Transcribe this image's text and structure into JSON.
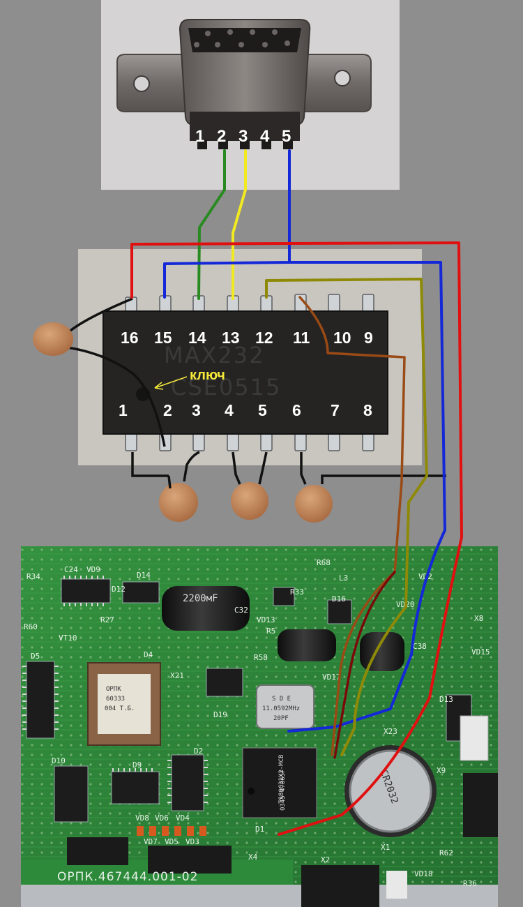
{
  "connector": {
    "pin_labels": [
      "1",
      "2",
      "3",
      "4",
      "5"
    ]
  },
  "chip": {
    "top_pin_labels": [
      "16",
      "15",
      "14",
      "13",
      "12",
      "11",
      "10",
      "9"
    ],
    "bottom_pin_labels": [
      "1",
      "2",
      "3",
      "4",
      "5",
      "6",
      "7",
      "8"
    ],
    "marking_line1": "MAX232",
    "marking_line2": "CSE0515",
    "key_label": "ключ"
  },
  "board": {
    "crystal_line1": "S D E",
    "crystal_line2": "11.0592MHz",
    "crystal_line3": "20PF",
    "mcu_line1": "TS80C31X2-MCB",
    "mcu_line2": "0345   47065F",
    "plcc_line1": "ОРПК",
    "plcc_line2": "60333",
    "plcc_line3": "004 Т.Б.",
    "cap_marking": "2200мF",
    "battery_marking": "CR2032",
    "bottom_code": "ОРПК.467444.001-02",
    "silk_labels": [
      "C24",
      "VD9",
      "D14",
      "R34",
      "D12",
      "R27",
      "VT10",
      "D5",
      "D4",
      "X21",
      "D19",
      "D10",
      "D9",
      "D2",
      "D1",
      "X2",
      "X4",
      "X9",
      "D13",
      "VD18",
      "R62",
      "R36",
      "X8",
      "L3",
      "D16",
      "VD17",
      "VD20",
      "R58",
      "R5",
      "C32",
      "VD13",
      "X23",
      "VD2",
      "VD15",
      "C38",
      "R33",
      "R68",
      "VD8",
      "VD6",
      "VD4",
      "VD7",
      "VD5",
      "VD3",
      "X1",
      "R60"
    ]
  },
  "colors": {
    "background": "#8e8e8e",
    "pcb": "#2e8a3e",
    "wire_green": "#2a8a22",
    "wire_yellow": "#f2ea20",
    "wire_blue": "#1428d8",
    "wire_red": "#e01010",
    "wire_olive": "#8e8a08",
    "wire_brown": "#9a4a14",
    "wire_black": "#0a0a0a",
    "pin_label": "#ffffff",
    "key_label": "#f7ea3a"
  }
}
